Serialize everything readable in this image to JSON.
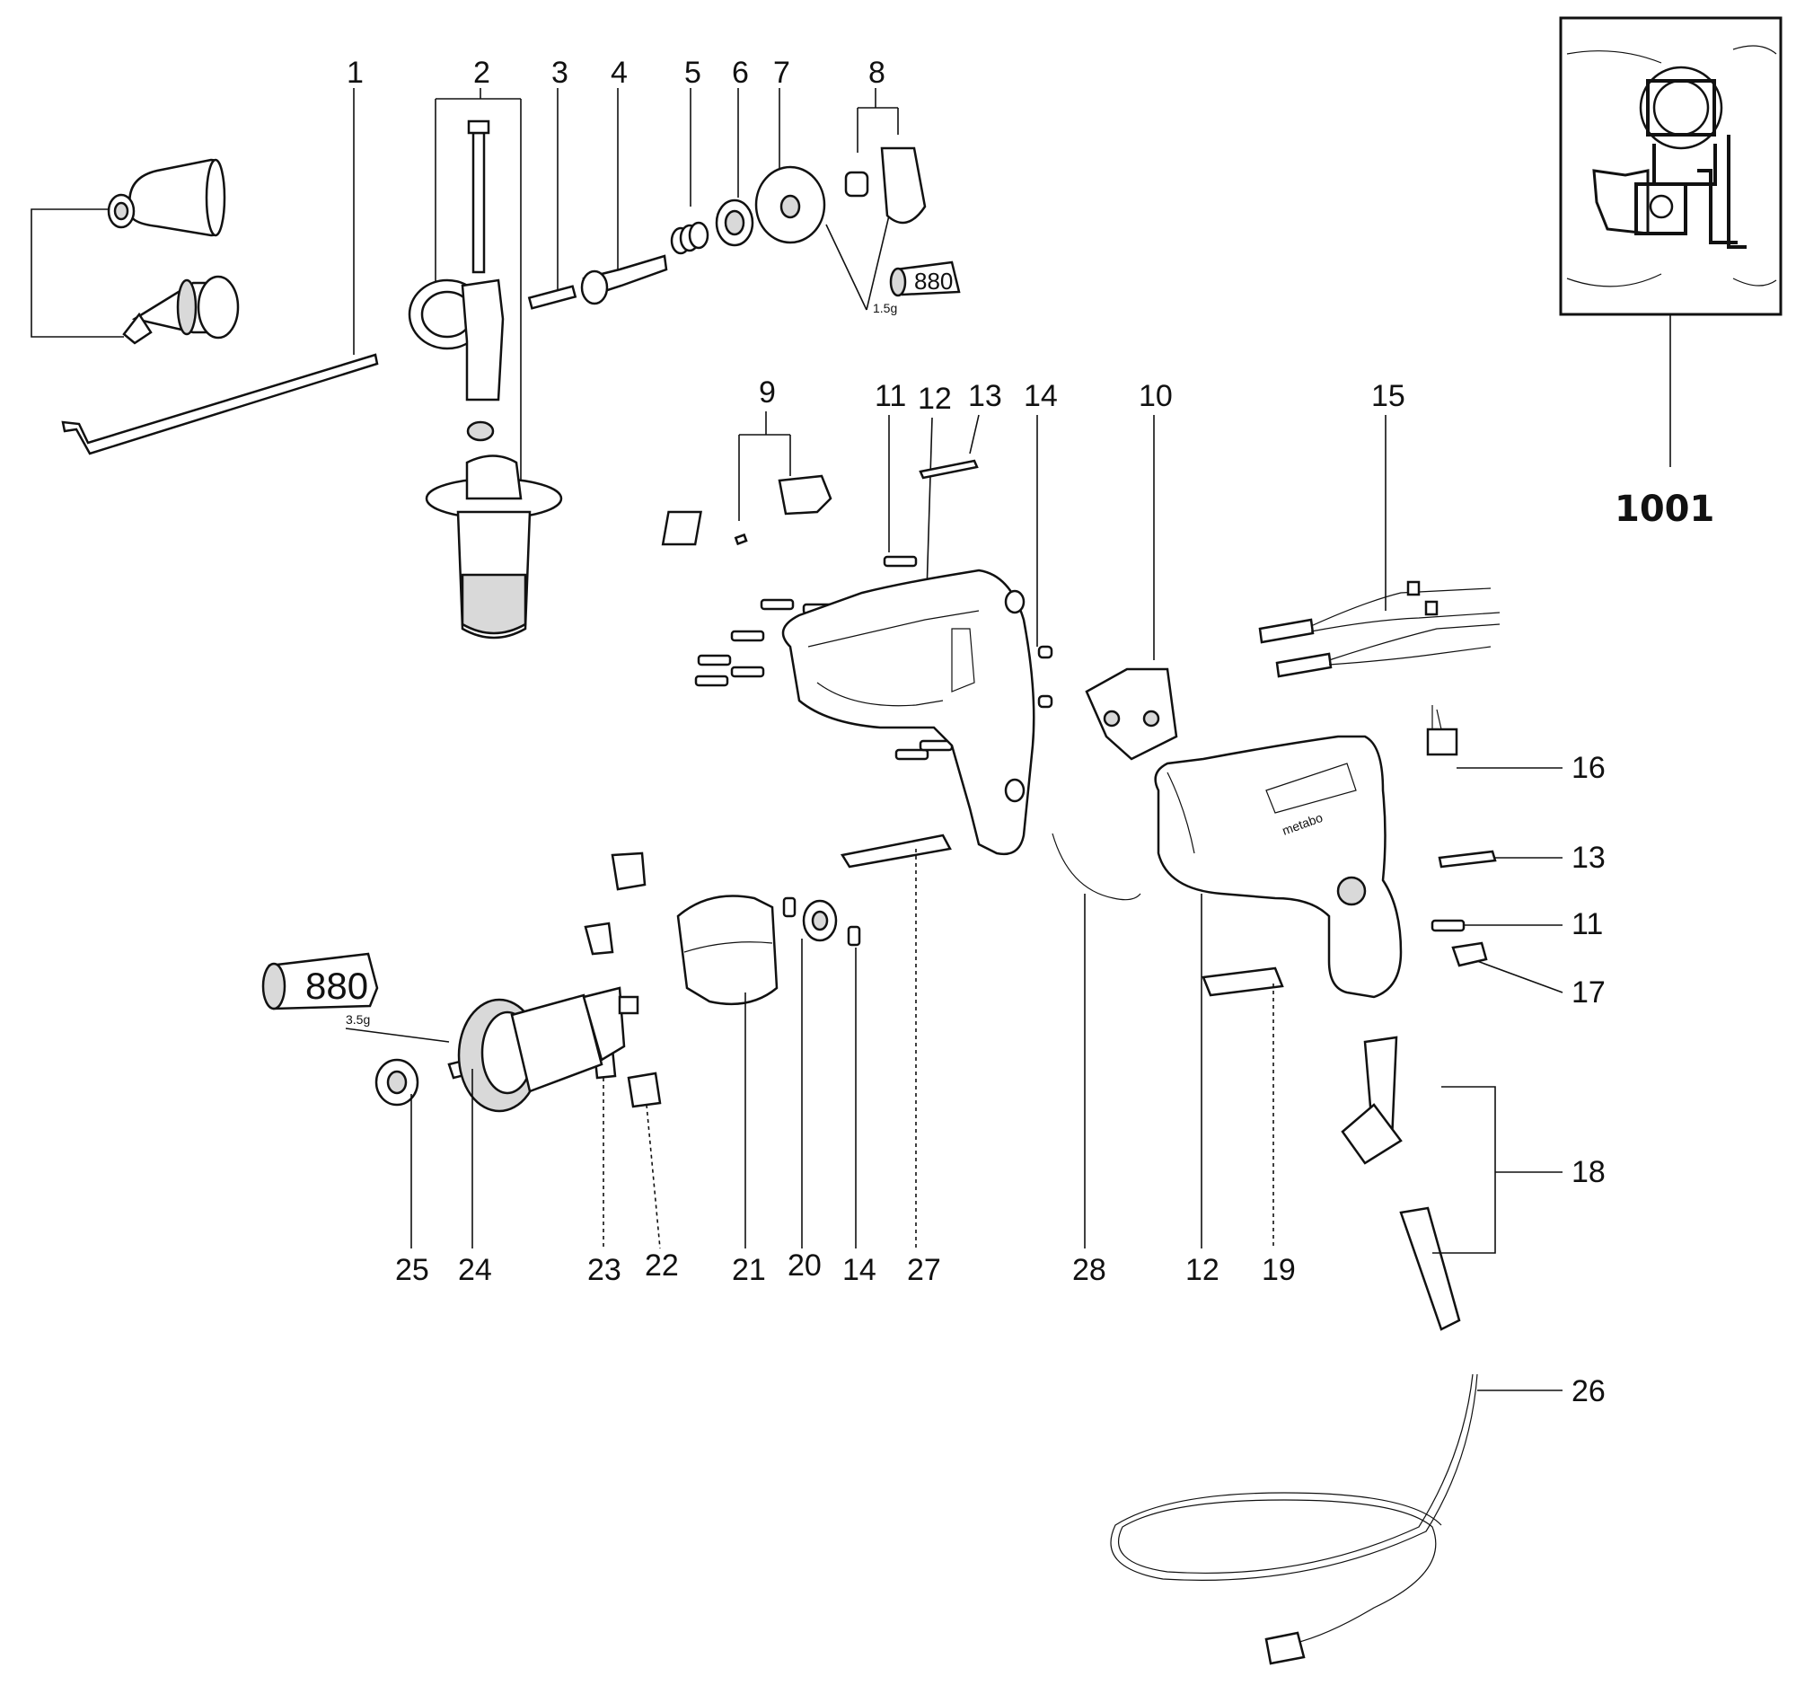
{
  "callouts": {
    "n1": "1",
    "n2": "2",
    "n3": "3",
    "n4": "4",
    "n5": "5",
    "n6": "6",
    "n7": "7",
    "n8": "8",
    "n9": "9",
    "n10": "10",
    "n11a": "11",
    "n12a": "12",
    "n13a": "13",
    "n14a": "14",
    "n15": "15",
    "n16": "16",
    "n13b": "13",
    "n11b": "11",
    "n17": "17",
    "n18": "18",
    "n26": "26",
    "n25": "25",
    "n24": "24",
    "n23": "23",
    "n22": "22",
    "n21": "21",
    "n20": "20",
    "n14b": "14",
    "n27": "27",
    "n28": "28",
    "n12b": "12",
    "n19": "19",
    "n1001": "1001"
  },
  "annotations": {
    "grease_small": "1.5g",
    "grease_large": "3.5g",
    "tube_small": "880",
    "tube_large": "880",
    "brand": "metabo"
  },
  "colors": {
    "line": "#111111",
    "background": "#ffffff",
    "shade": "#d9d9d9"
  }
}
